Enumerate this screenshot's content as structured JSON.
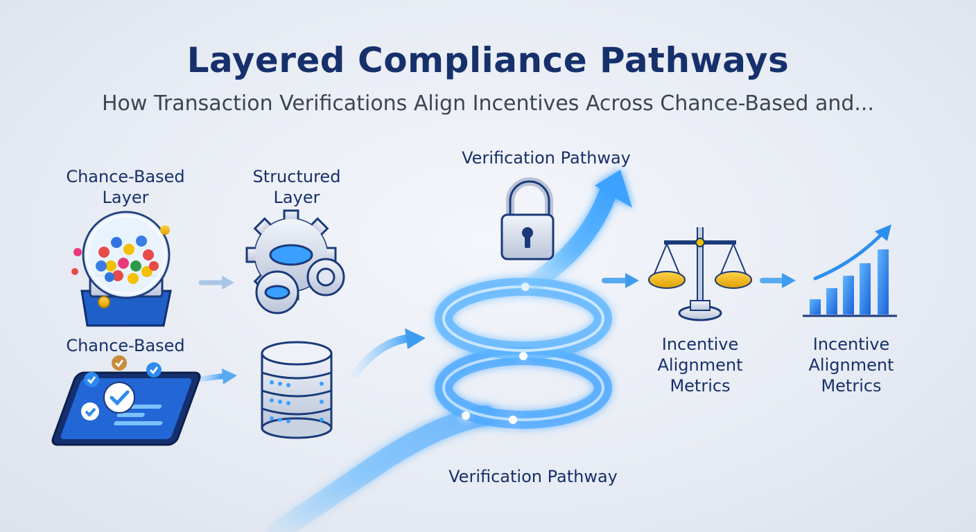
{
  "title": "Layered Compliance Pathways",
  "subtitle": "How Transaction Verifications Align Incentives Across Chance-Based and...",
  "labels": {
    "chance_based_layer": "Chance-Based\nLayer",
    "structured_layer": "Structured\nLayer",
    "chance_based": "Chance-Based",
    "verification_pathway_top": "Verification Pathway",
    "verification_pathway_bottom": "Verification Pathway",
    "incentive_metrics_1": "Incentive\nAlignment\nMetrics",
    "incentive_metrics_2": "Incentive\nAlignment\nMetrics"
  },
  "colors": {
    "navy": "#16306b",
    "accent_blue": "#2b8ff0",
    "gold": "#f5b800",
    "glow_blue": "#7cc8ff"
  },
  "icons": [
    "gumball-machine-icon",
    "gears-icon",
    "tablet-checklist-icon",
    "database-icon",
    "padlock-icon",
    "balance-scale-icon",
    "bar-chart-growth-icon"
  ]
}
